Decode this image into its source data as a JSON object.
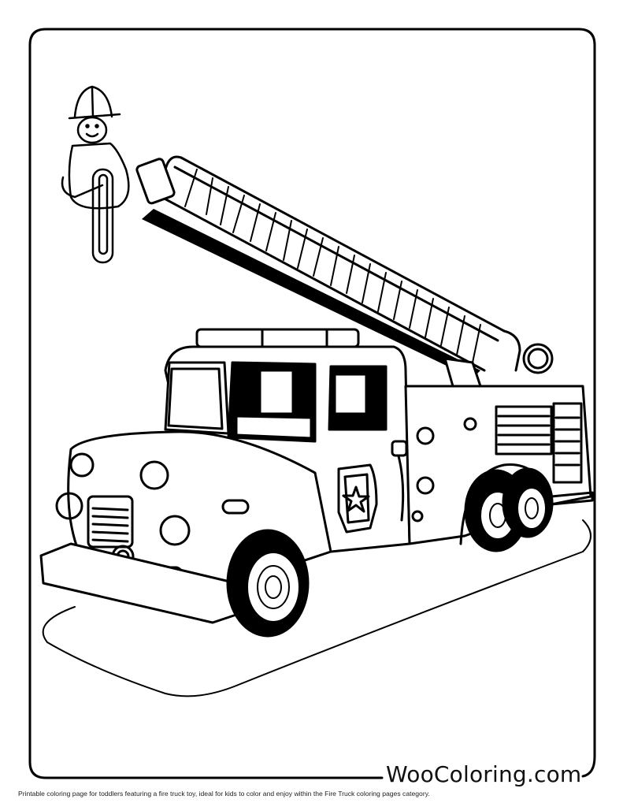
{
  "page": {
    "type": "coloring-page",
    "subject": "Fire truck with extended ladder and firefighter",
    "colors": {
      "ink": "#000000",
      "paper": "#ffffff"
    }
  },
  "frame": {
    "style": "rounded-rectangle-border"
  },
  "illustration": {
    "elements": [
      "firefighter-with-helmet",
      "extended-aerial-ladder",
      "fire-truck-cab",
      "fire-truck-body",
      "star-badge",
      "front-wheel",
      "rear-dual-wheels",
      "ground-shadow"
    ]
  },
  "brand": {
    "label": "WooColoring.com"
  },
  "caption": {
    "text": "Printable coloring page for toddlers featuring a fire truck toy, ideal for kids to color and enjoy within the Fire Truck coloring pages category."
  }
}
